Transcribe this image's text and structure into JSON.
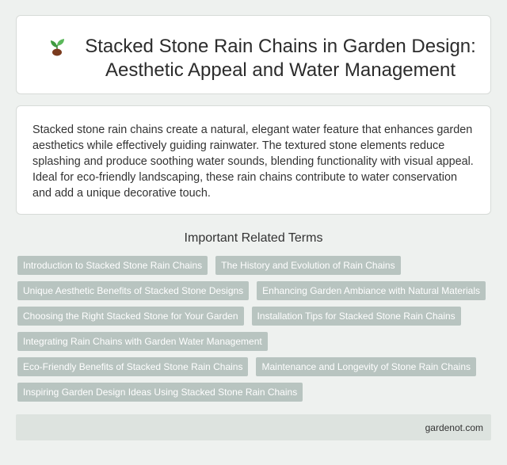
{
  "header": {
    "title": "Stacked Stone Rain Chains in Garden Design: Aesthetic Appeal and Water Management",
    "icon": "seedling-icon"
  },
  "summary": {
    "text": "Stacked stone rain chains create a natural, elegant water feature that enhances garden aesthetics while effectively guiding rainwater. The textured stone elements reduce splashing and produce soothing water sounds, blending functionality with visual appeal. Ideal for eco-friendly landscaping, these rain chains contribute to water conservation and add a unique decorative touch."
  },
  "related": {
    "heading": "Important Related Terms",
    "terms": [
      "Introduction to Stacked Stone Rain Chains",
      "The History and Evolution of Rain Chains",
      "Unique Aesthetic Benefits of Stacked Stone Designs",
      "Enhancing Garden Ambiance with Natural Materials",
      "Choosing the Right Stacked Stone for Your Garden",
      "Installation Tips for Stacked Stone Rain Chains",
      "Integrating Rain Chains with Garden Water Management",
      "Eco-Friendly Benefits of Stacked Stone Rain Chains",
      "Maintenance and Longevity of Stone Rain Chains",
      "Inspiring Garden Design Ideas Using Stacked Stone Rain Chains"
    ]
  },
  "footer": {
    "site": "gardenot.com"
  },
  "colors": {
    "background": "#eef1ef",
    "card": "#ffffff",
    "term_tag": "#b8c4c0",
    "footer": "#dde3df"
  }
}
